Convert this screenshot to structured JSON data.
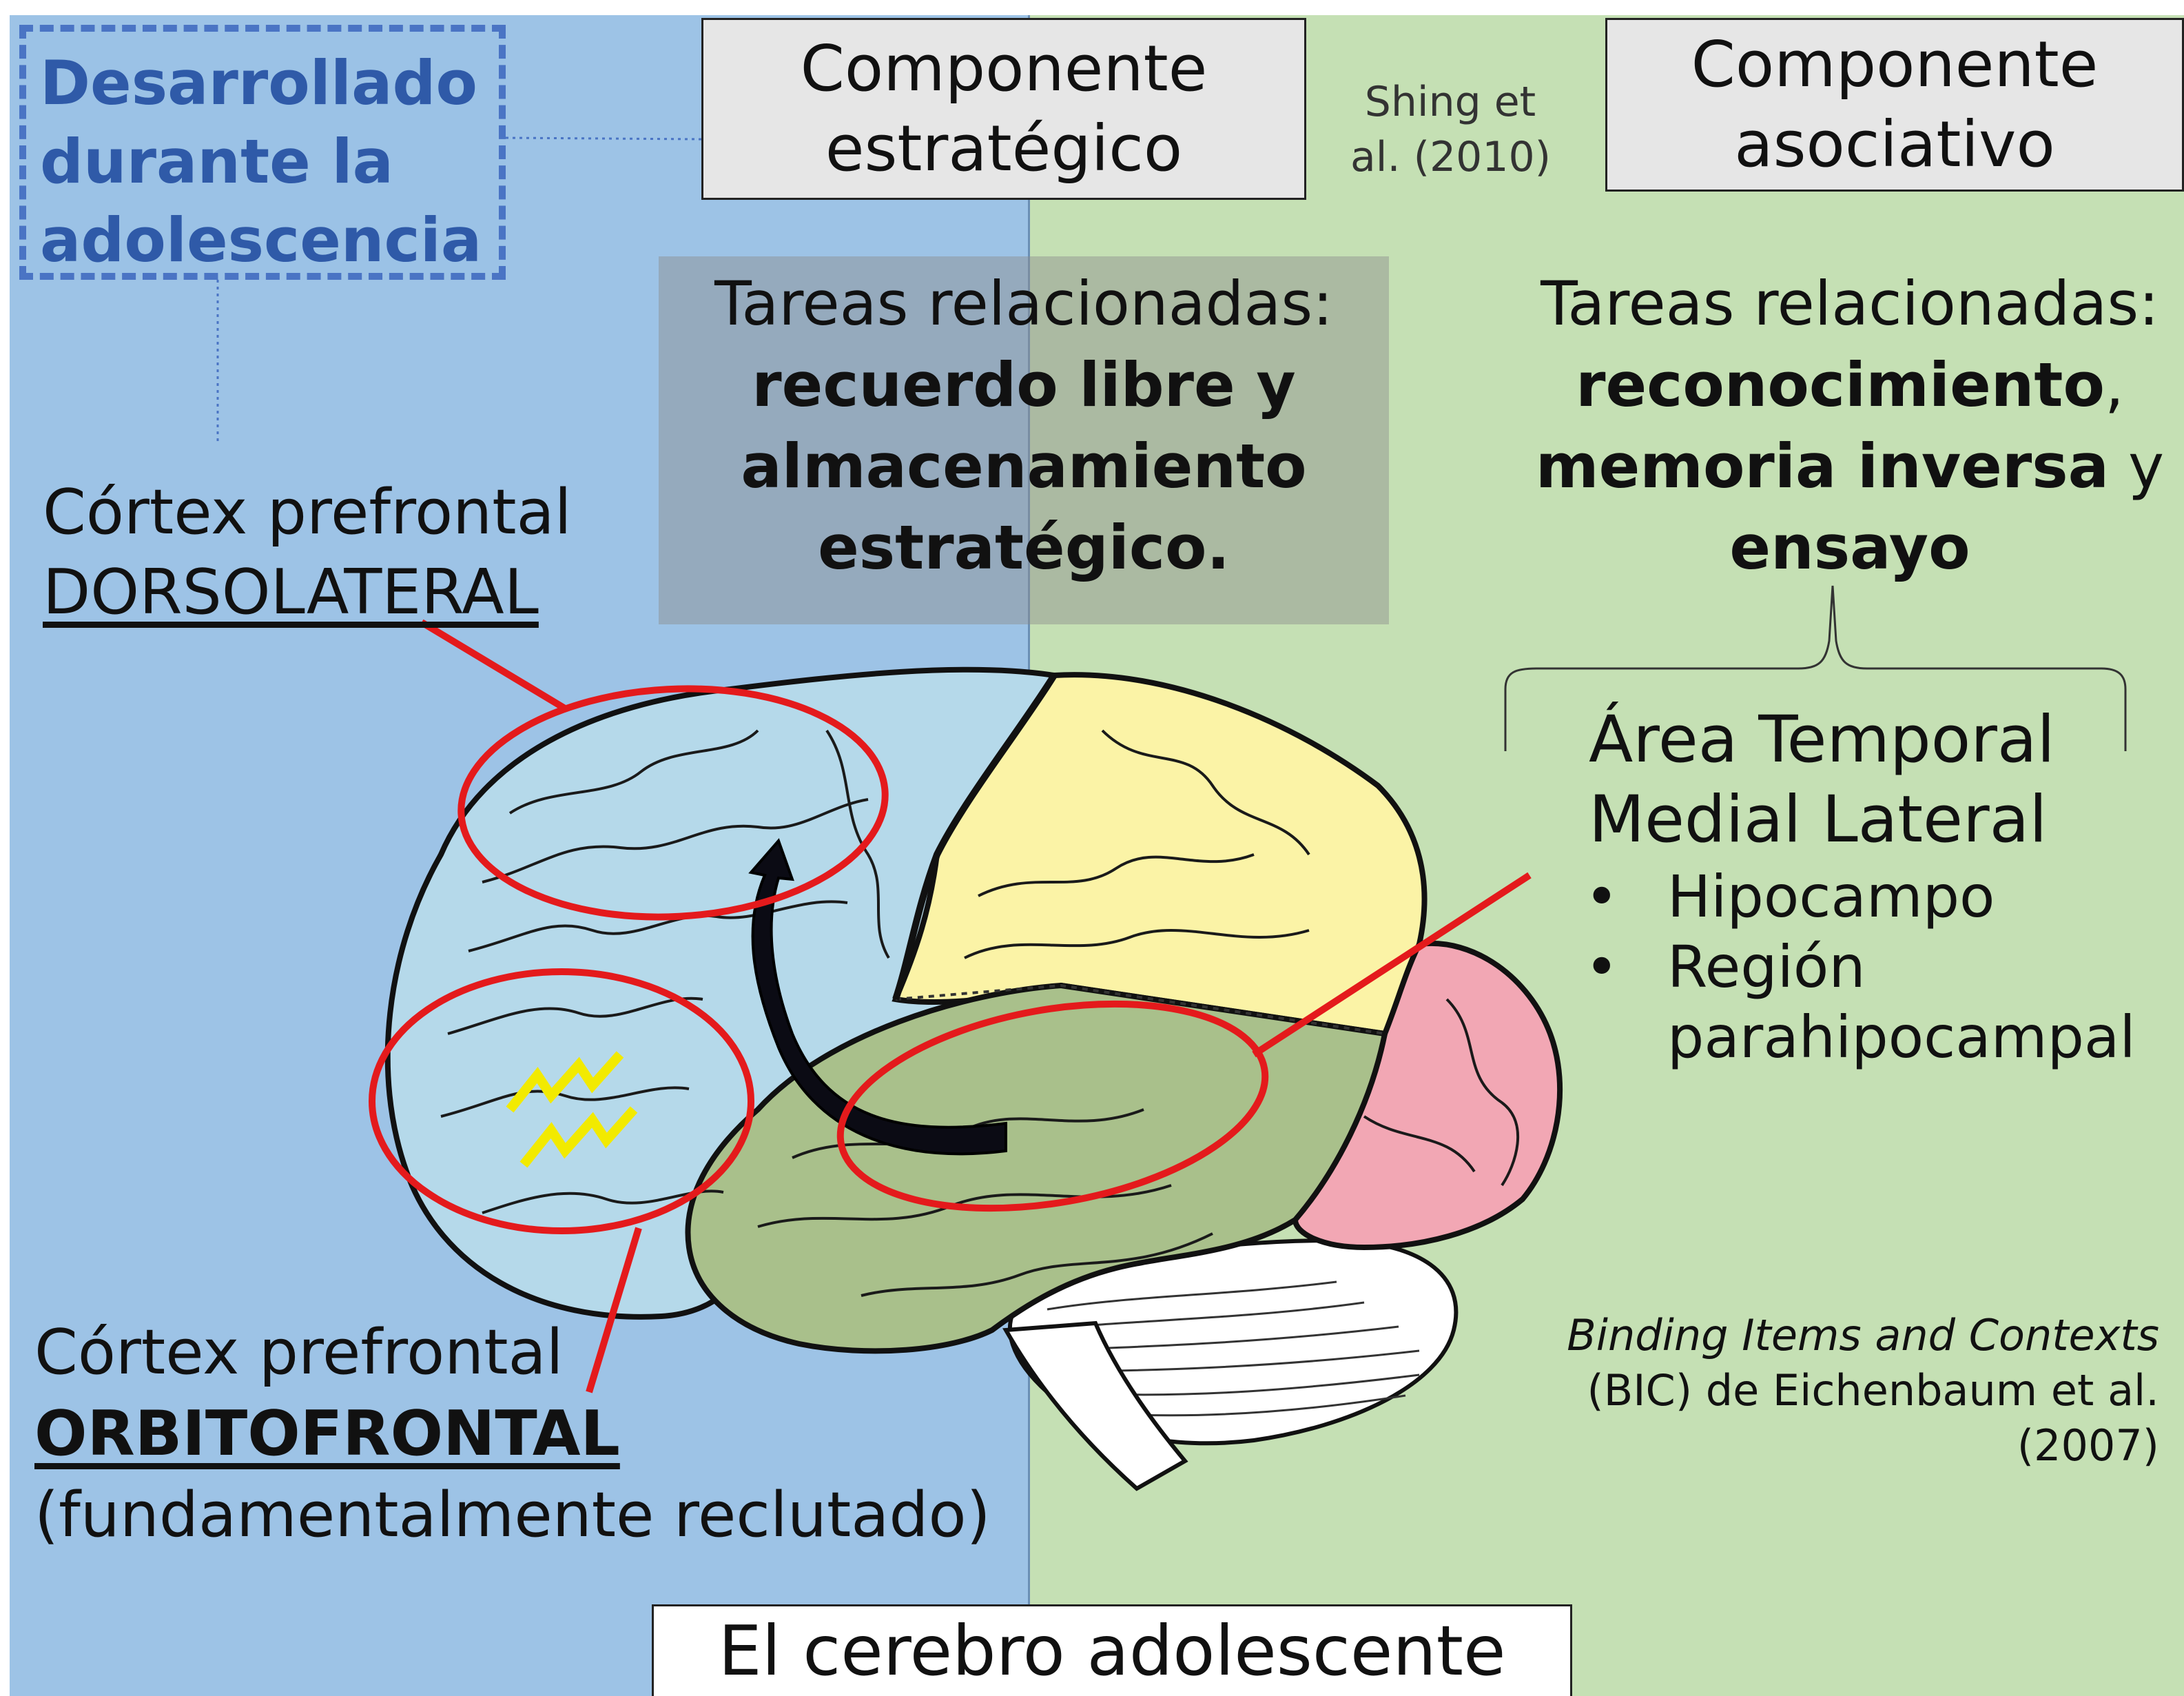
{
  "colors": {
    "left_bg": "#9dc3e6",
    "right_bg": "#c5e0b4",
    "frontal": "#b5d9ea",
    "parietal": "#fbf3a6",
    "temporal": "#a9c08b",
    "occipital": "#f2a7b4",
    "highlight_ellipse": "#e41a1c",
    "dashed_box": "#4a74c4"
  },
  "header": {
    "left_component": [
      "Componente",
      "estratégico"
    ],
    "citation": [
      "Shing et",
      "al. (2010)"
    ],
    "right_component": [
      "Componente",
      "asociativo"
    ]
  },
  "developed_box": [
    "Desarrollado",
    "durante la",
    "adolescencia"
  ],
  "left_tasks": {
    "prefix": "Tareas relacionadas:",
    "bold_lines": [
      "recuerdo libre y",
      "almacenamiento",
      "estratégico."
    ]
  },
  "right_tasks": {
    "prefix": "Tareas relacionadas:",
    "line2_bold": "reconocimiento",
    "line2_rest": ",",
    "line3_bold": "memoria inversa",
    "line3_rest": " y",
    "line4_bold": "ensayo"
  },
  "dorsolateral": {
    "line1": "Córtex prefrontal",
    "line2": "DORSOLATERAL"
  },
  "orbitofrontal": {
    "line1": "Córtex prefrontal",
    "line2": "ORBITOFRONTAL",
    "line3": "(fundamentalmente reclutado)"
  },
  "temporal_area": {
    "title": [
      "Área Temporal",
      "Medial Lateral"
    ],
    "items": [
      "Hipocampo",
      "Región",
      "parahipocampal"
    ],
    "bullet": "•"
  },
  "bic": {
    "italic": "Binding Items and Contexts",
    "line2": "(BIC) de Eichenbaum et al.",
    "line3": "(2007)"
  },
  "footer_title": "El cerebro adolescente",
  "icons": [
    "brain-illustration",
    "curved-arrow-icon",
    "lightning-zigzag-icon"
  ]
}
